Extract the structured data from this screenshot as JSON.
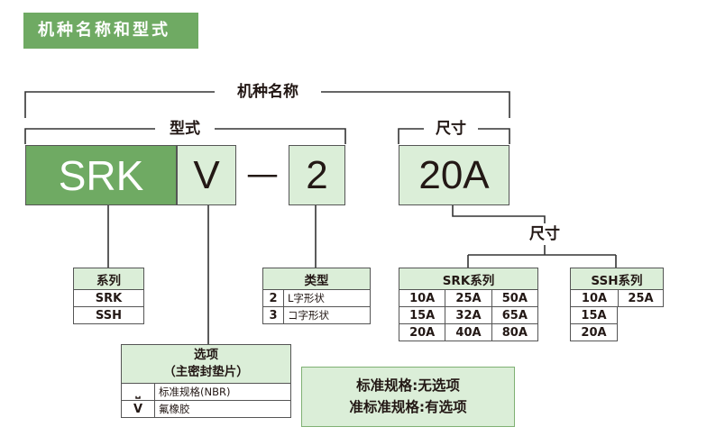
{
  "header": {
    "title": "机种名称和型式"
  },
  "brackets": {
    "model_name": "机种名称",
    "type": "型式",
    "size_top": "尺寸",
    "size_branch": "尺寸"
  },
  "code": {
    "series": "SRK",
    "option": "V",
    "dash": "—",
    "type": "2",
    "size": "20A"
  },
  "series_table": {
    "header": "系列",
    "rows": [
      "SRK",
      "SSH"
    ]
  },
  "type_table": {
    "header": "类型",
    "rows": [
      {
        "code": "2",
        "desc": "L字形状"
      },
      {
        "code": "3",
        "desc": "コ字形状"
      }
    ]
  },
  "option_table": {
    "header_line1": "选项",
    "header_line2": "（主密封垫片）",
    "rows": [
      {
        "code": "⎵",
        "desc": "标准规格(NBR)"
      },
      {
        "code": "V",
        "desc": "氟橡胶"
      }
    ]
  },
  "srk_size_table": {
    "header": "SRK系列",
    "rows": [
      [
        "10A",
        "25A",
        "50A"
      ],
      [
        "15A",
        "32A",
        "65A"
      ],
      [
        "20A",
        "40A",
        "80A"
      ]
    ]
  },
  "ssh_size_table": {
    "header": "SSH系列",
    "rows": [
      [
        "10A",
        "25A"
      ],
      [
        "15A"
      ],
      [
        "20A"
      ]
    ]
  },
  "note": {
    "line1": "标准规格:无选项",
    "line2": "准标准规格:有选项"
  }
}
